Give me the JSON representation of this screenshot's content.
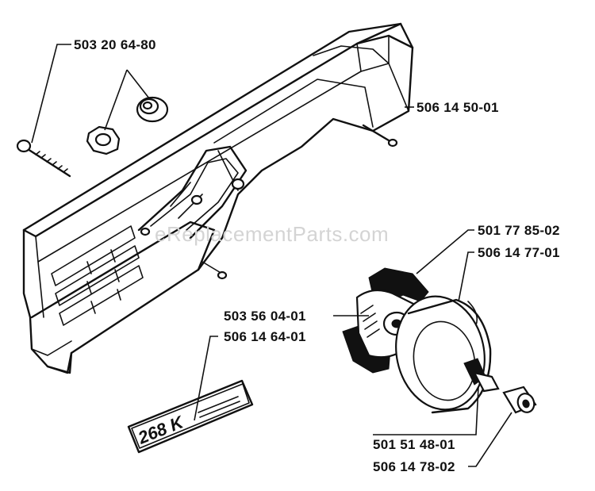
{
  "watermark": "eReplacementParts.com",
  "parts": [
    {
      "part_number": "503 20 64-80"
    },
    {
      "part_number": "506 14 50-01"
    },
    {
      "part_number": "501 77 85-02"
    },
    {
      "part_number": "506 14 77-01"
    },
    {
      "part_number": "503 56 04-01"
    },
    {
      "part_number": "506 14 64-01"
    },
    {
      "part_number": "501 51 48-01"
    },
    {
      "part_number": "506 14 78-02"
    }
  ],
  "decal_text": "268 K"
}
